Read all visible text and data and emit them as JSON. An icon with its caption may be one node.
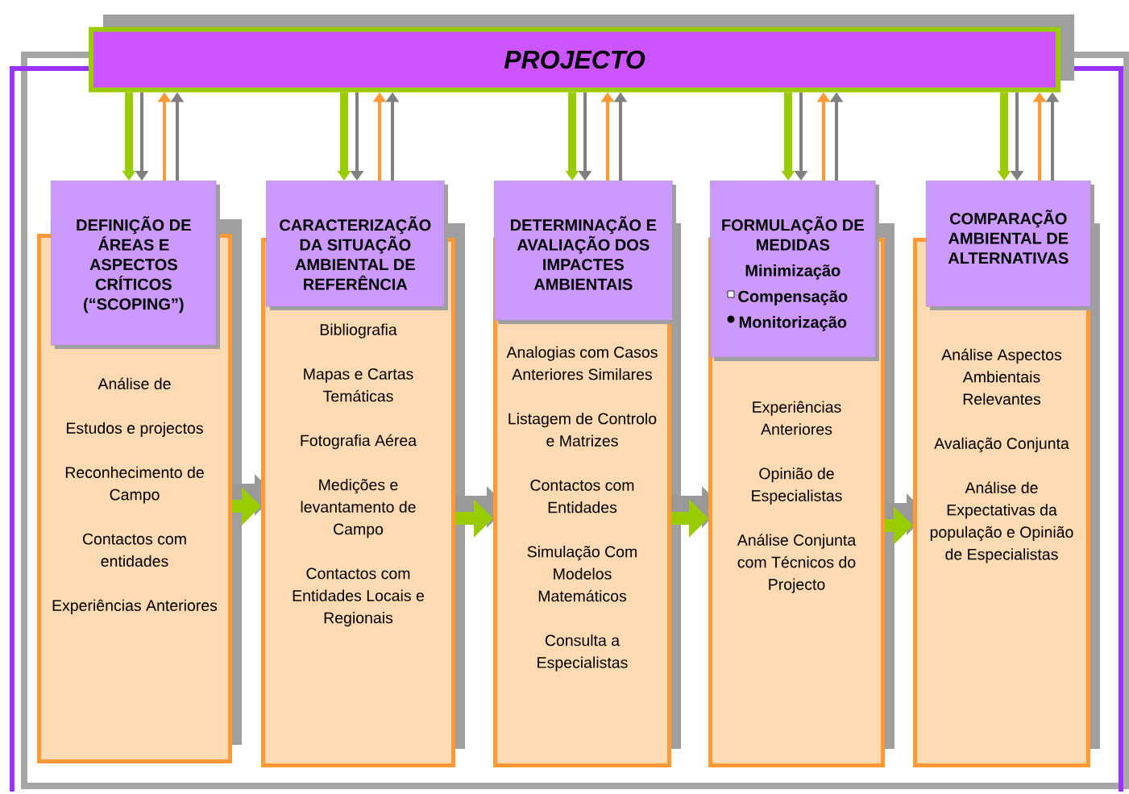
{
  "diagram": {
    "nodes": [
      {
        "text": [
          "PROJECTO"
        ]
      },
      {
        "text": [
          "DEFINIÇÃO DE ÁREAS E ASPECTOS CRÍTICOS (“SCOPING”)"
        ]
      },
      {
        "text": [
          "Análise de",
          "Estudos e projectos",
          "Reconhecimento de Campo",
          "Contactos com entidades",
          "Experiências Anteriores"
        ]
      },
      {
        "text": [
          "CARACTERIZAÇÃO DA SITUAÇÃO AMBIENTAL DE REFERÊNCIA"
        ]
      },
      {
        "text": [
          "Bibliografia",
          "Mapas e Cartas Temáticas",
          "Fotografia Aérea",
          "Medições e levantamento de Campo",
          "Contactos com Entidades Locais e Regionais"
        ]
      },
      {
        "text": [
          "DETERMINAÇÃO E AVALIAÇÃO DOS IMPACTES AMBIENTAIS"
        ]
      },
      {
        "text": [
          "Analogias com Casos Anteriores Similares",
          "Listagem de Controlo e Matrizes",
          "Contactos com Entidades",
          "Simulação Com Modelos Matemáticos",
          "Consulta a Especialistas"
        ]
      },
      {
        "text": [
          "FORMULAÇÃO DE MEDIDAS",
          "Minimização",
          "Compensação",
          "Monitorização"
        ]
      },
      {
        "text": [
          "Experiências Anteriores",
          "Opinião de Especialistas",
          "Análise Conjunta com Técnicos do Projecto"
        ]
      },
      {
        "text": [
          "COMPARAÇÃO AMBIENTAL DE ALTERNATIVAS"
        ]
      },
      {
        "text": [
          "Análise Aspectos Ambientais Relevantes",
          "Avaliação Conjunta",
          "Análise de Expectativas da população e Opinião de Especialistas"
        ]
      }
    ],
    "edges": [
      {
        "from": 0,
        "to": 1,
        "arrow": "to",
        "style": "thick",
        "color": "#99cc00"
      },
      {
        "from": 0,
        "to": 1,
        "arrow": "to",
        "color": "#808080"
      },
      {
        "from": 1,
        "to": 0,
        "arrow": "to",
        "color": "#ff9933"
      },
      {
        "from": 1,
        "to": 0,
        "arrow": "to",
        "color": "#808080"
      },
      {
        "from": 0,
        "to": 3,
        "arrow": "to",
        "style": "thick",
        "color": "#99cc00"
      },
      {
        "from": 0,
        "to": 3,
        "arrow": "to",
        "color": "#808080"
      },
      {
        "from": 3,
        "to": 0,
        "arrow": "to",
        "color": "#ff9933"
      },
      {
        "from": 3,
        "to": 0,
        "arrow": "to",
        "color": "#808080"
      },
      {
        "from": 0,
        "to": 5,
        "arrow": "to",
        "style": "thick",
        "color": "#99cc00"
      },
      {
        "from": 0,
        "to": 5,
        "arrow": "to",
        "color": "#808080"
      },
      {
        "from": 5,
        "to": 0,
        "arrow": "to",
        "color": "#ff9933"
      },
      {
        "from": 5,
        "to": 0,
        "arrow": "to",
        "color": "#808080"
      },
      {
        "from": 0,
        "to": 7,
        "arrow": "to",
        "style": "thick",
        "color": "#99cc00"
      },
      {
        "from": 0,
        "to": 7,
        "arrow": "to",
        "color": "#808080"
      },
      {
        "from": 7,
        "to": 0,
        "arrow": "to",
        "color": "#ff9933"
      },
      {
        "from": 7,
        "to": 0,
        "arrow": "to",
        "color": "#808080"
      },
      {
        "from": 0,
        "to": 9,
        "arrow": "to",
        "style": "thick",
        "color": "#99cc00"
      },
      {
        "from": 0,
        "to": 9,
        "arrow": "to",
        "color": "#808080"
      },
      {
        "from": 9,
        "to": 0,
        "arrow": "to",
        "color": "#ff9933"
      },
      {
        "from": 9,
        "to": 0,
        "arrow": "to",
        "color": "#808080"
      },
      {
        "from": 2,
        "to": 4,
        "arrow": "to",
        "style": "thick",
        "color": "#99cc00"
      },
      {
        "from": 4,
        "to": 6,
        "arrow": "to",
        "style": "thick",
        "color": "#99cc00"
      },
      {
        "from": 6,
        "to": 8,
        "arrow": "to",
        "style": "thick",
        "color": "#99cc00"
      },
      {
        "from": 8,
        "to": 10,
        "arrow": "to",
        "style": "thick",
        "color": "#99cc00"
      }
    ]
  }
}
